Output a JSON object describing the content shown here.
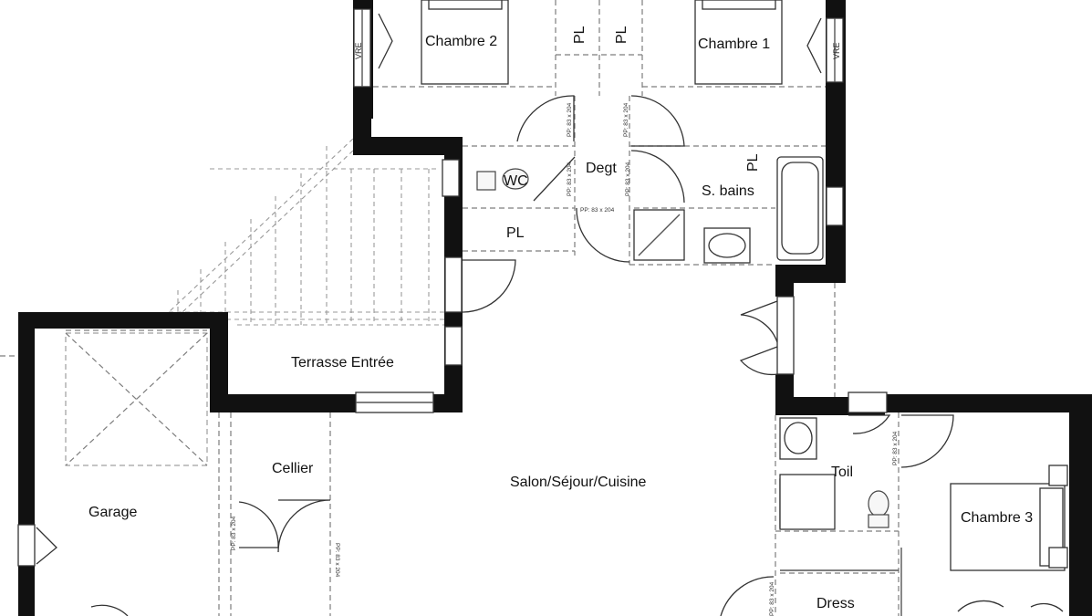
{
  "rooms": {
    "chambre2": "Chambre 2",
    "chambre1": "Chambre 1",
    "chambre3": "Chambre 3",
    "pl_top_left": "PL",
    "pl_top_right": "PL",
    "pl_bains": "PL",
    "pl_wc": "PL",
    "degt": "Degt",
    "wc": "WC",
    "sbains": "S. bains",
    "terrasse": "Terrasse Entrée",
    "cellier": "Cellier",
    "salon": "Salon/Séjour/Cuisine",
    "garage": "Garage",
    "toil": "Toil",
    "dress": "Dress"
  },
  "annotations": {
    "vre_left": "VRE",
    "vre_right": "VRE",
    "pp": "PP: 83 x 204"
  }
}
